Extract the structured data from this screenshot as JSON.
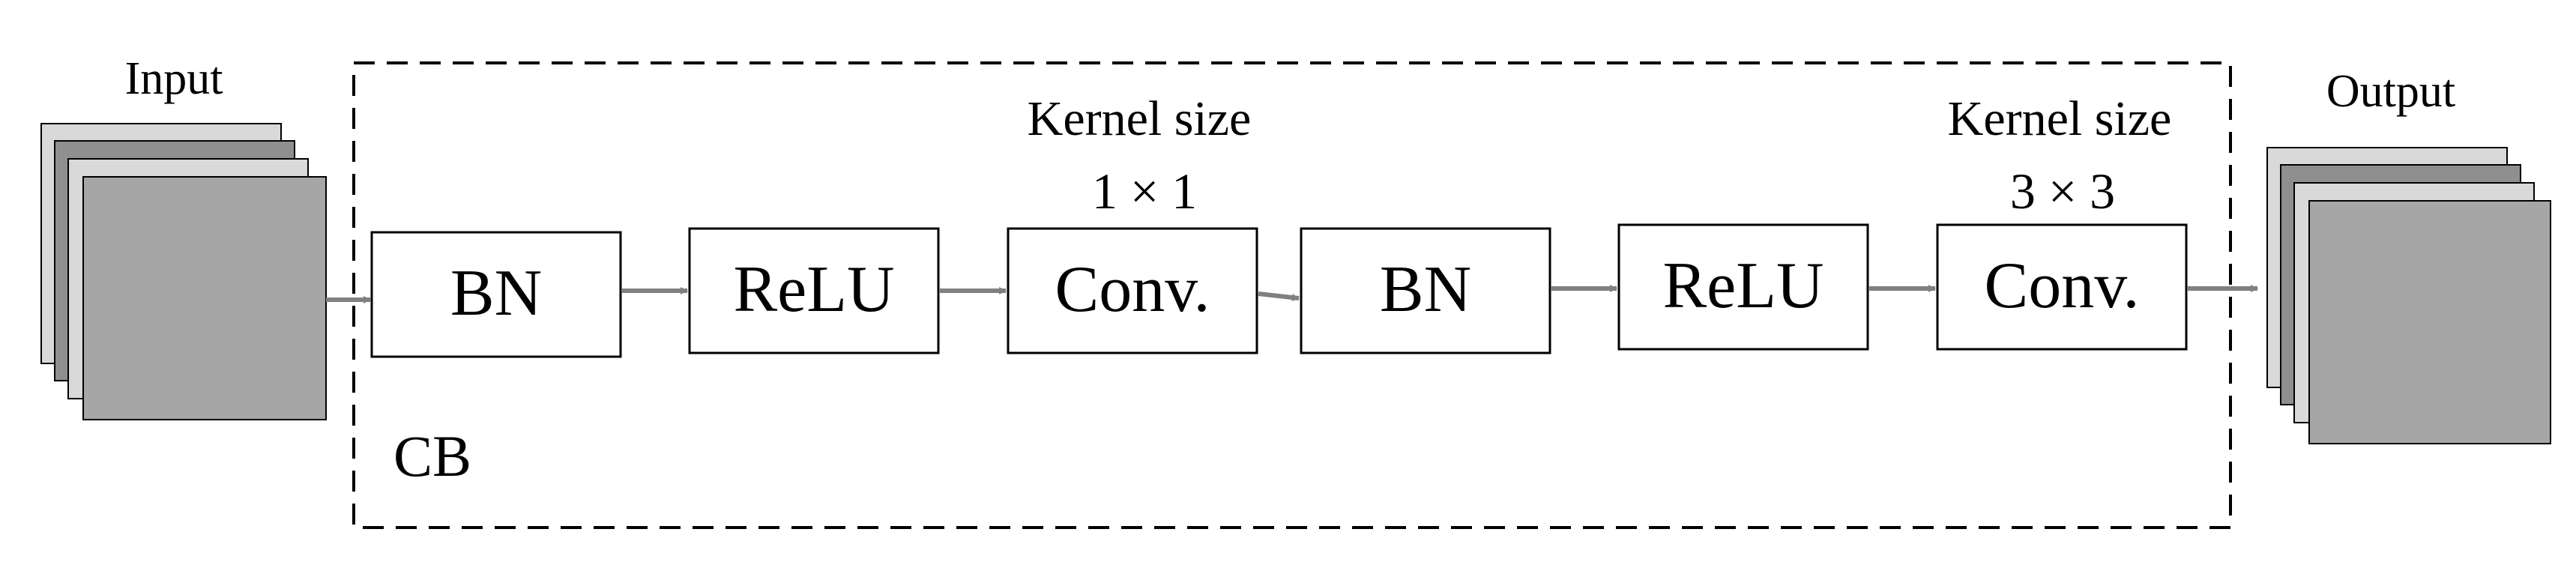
{
  "input": {
    "label": "Input"
  },
  "output": {
    "label": "Output"
  },
  "block": {
    "label": "CB"
  },
  "layers": [
    {
      "label": "BN"
    },
    {
      "label": "ReLU"
    },
    {
      "label": "Conv."
    },
    {
      "label": "BN"
    },
    {
      "label": "ReLU"
    },
    {
      "label": "Conv."
    }
  ],
  "kernel_annotations": [
    {
      "title": "Kernel size",
      "value": "1 × 1"
    },
    {
      "title": "Kernel size",
      "value": "3 × 3"
    }
  ],
  "colors": {
    "feature_map_front": "#a6a6a6",
    "feature_map_mid": "#8f8f8f",
    "feature_map_back": "#d9d9d9",
    "arrow": "#808080",
    "border": "#000000"
  }
}
